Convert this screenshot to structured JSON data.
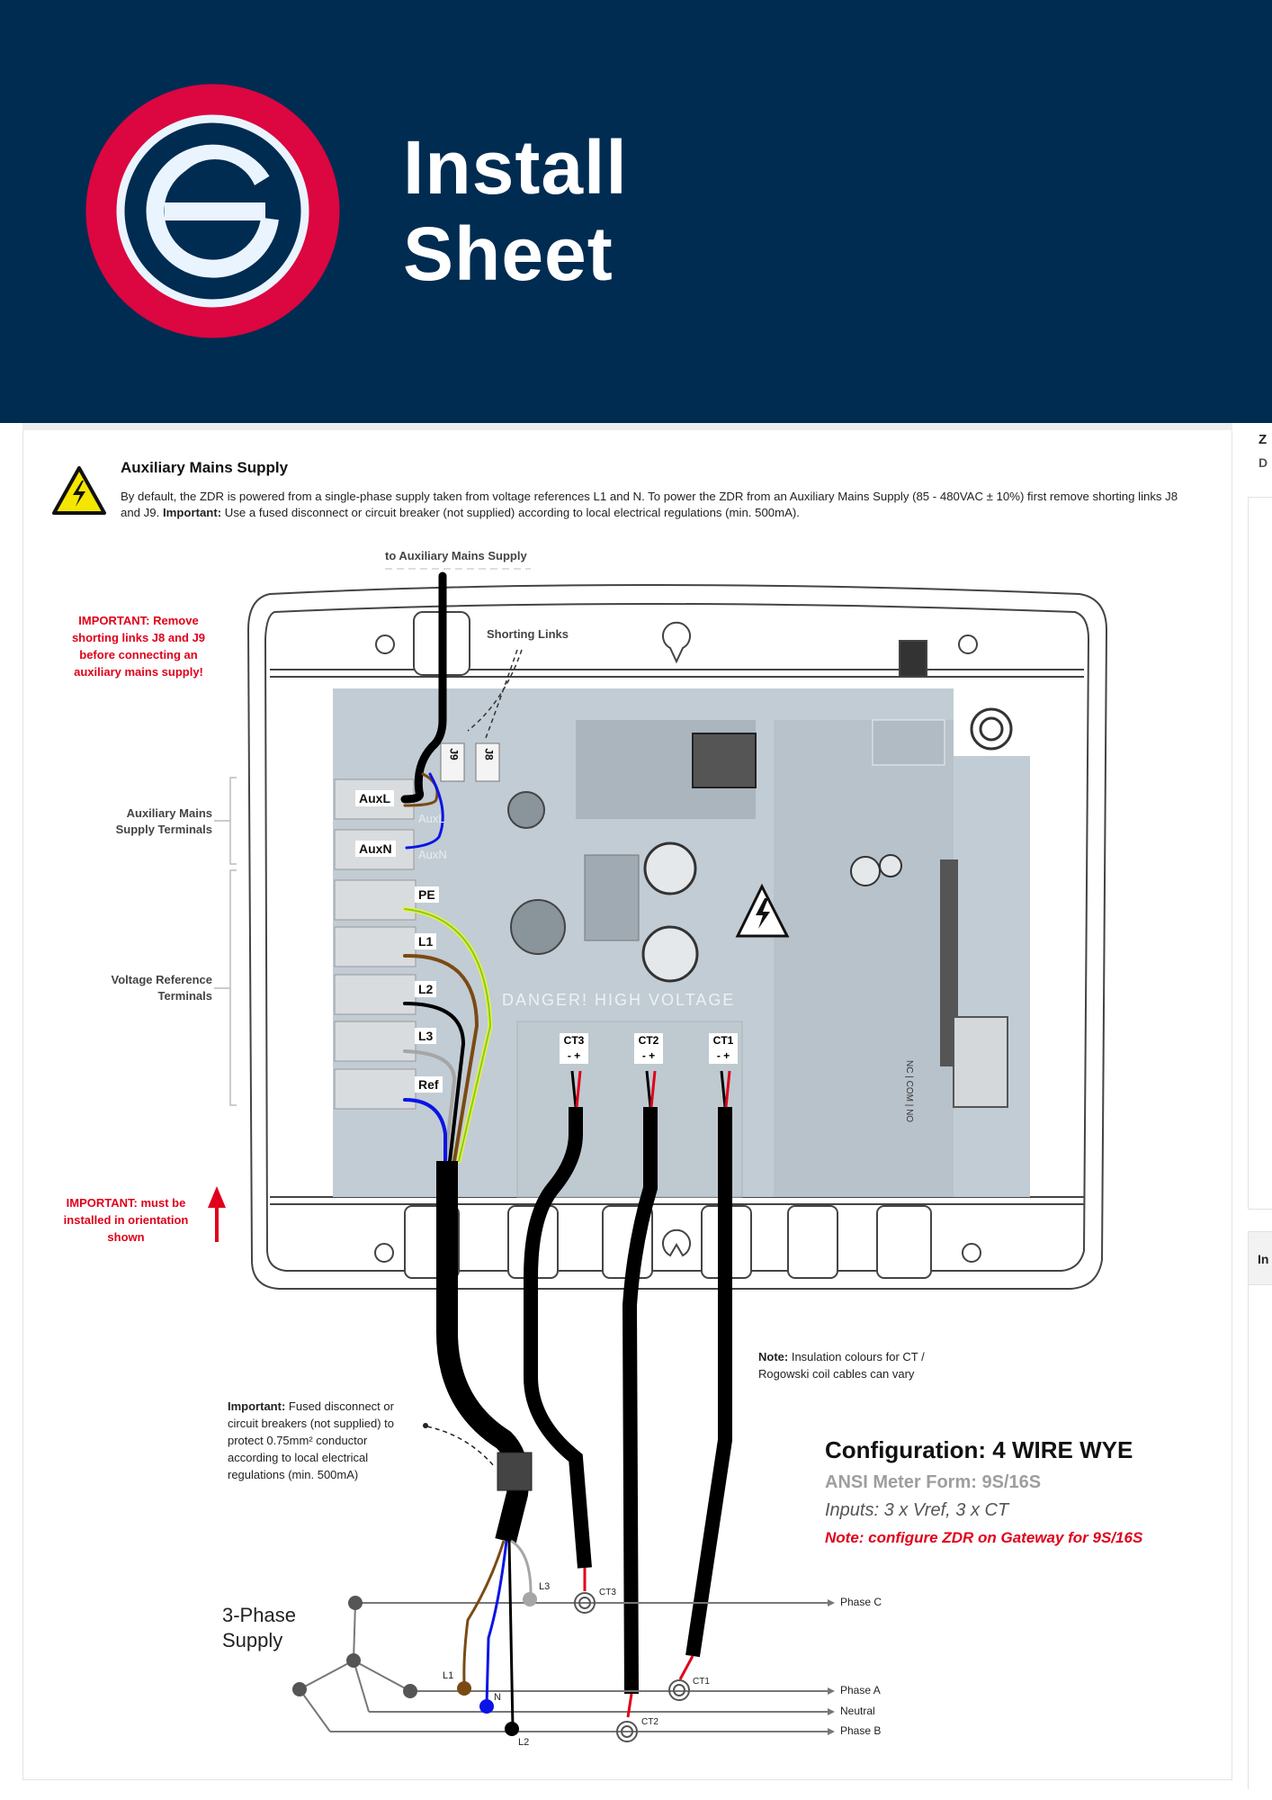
{
  "header": {
    "title_line1": "Install",
    "title_line2": "Sheet",
    "logo_letter": "e",
    "brand_colors": {
      "background": "#002c52",
      "ring": "#dc0640",
      "inner": "#eaf4ff"
    }
  },
  "aux_supply": {
    "icon": "high-voltage-warning-icon",
    "title": "Auxiliary Mains Supply",
    "body_part1": "By default, the ZDR is powered from a single-phase supply taken from voltage references L1 and N. To power the ZDR from an Auxiliary Mains Supply (85 - 480VAC ± 10%) first remove shorting links J8 and J9. ",
    "body_important": "Important:",
    "body_part2": " Use a fused disconnect or circuit breaker (not supplied) according to local electrical regulations (min. 500mA)."
  },
  "diagram": {
    "to_aux_label": "to Auxiliary Mains Supply",
    "shorting_links_label": "Shorting Links",
    "links": [
      "J9",
      "J8"
    ],
    "warning_remove_links": "IMPORTANT: Remove shorting links J8 and J9 before connecting an auxiliary mains supply!",
    "aux_terminals_label": "Auxiliary Mains Supply Terminals",
    "vref_terminals_label": "Voltage Reference Terminals",
    "orientation_warning": "IMPORTANT: must be installed in orientation shown",
    "terminals": [
      "AuxL",
      "AuxN",
      "PE",
      "L1",
      "L2",
      "L3",
      "Ref"
    ],
    "pcb_silk_aux": [
      "AuxL",
      "AuxN"
    ],
    "danger_text": "DANGER! HIGH VOLTAGE",
    "ct_connectors": [
      {
        "label": "CT3",
        "pins": "- +"
      },
      {
        "label": "CT2",
        "pins": "- +"
      },
      {
        "label": "CT1",
        "pins": "- +"
      }
    ],
    "relay_label": "NC | COM | NO",
    "fuse_note_bold": "Important:",
    "fuse_note": " Fused disconnect or circuit breakers (not supplied) to protect 0.75mm² conductor according to local electrical regulations (min. 500mA)",
    "insulation_note_bold": "Note:",
    "insulation_note": " Insulation colours for CT / Rogowski coil cables can vary",
    "supply_label": "3-Phase Supply",
    "wire_labels": [
      "L3",
      "L1",
      "N",
      "L2"
    ],
    "ct_labels": [
      "CT3",
      "CT1",
      "CT2"
    ],
    "phase_labels": [
      "Phase C",
      "Phase A",
      "Neutral",
      "Phase B"
    ]
  },
  "configuration": {
    "title": "Configuration: 4 WIRE WYE",
    "ansi": "ANSI Meter Form: 9S/16S",
    "inputs": "Inputs: 3 x Vref, 3 x CT",
    "note": "Note: configure ZDR on Gateway for 9S/16S"
  },
  "side_panel": {
    "title_fragment": "Z",
    "subtitle_fragment": "D",
    "tab_fragment": "In"
  },
  "wire_colors": {
    "brown": "#7a4a14",
    "blue": "#0a14e6",
    "black": "#000000",
    "grey": "#a6a6a6",
    "earth_green": "#7ccf2a",
    "earth_yellow": "#f0ee3c",
    "ct_red": "#e0001a"
  }
}
